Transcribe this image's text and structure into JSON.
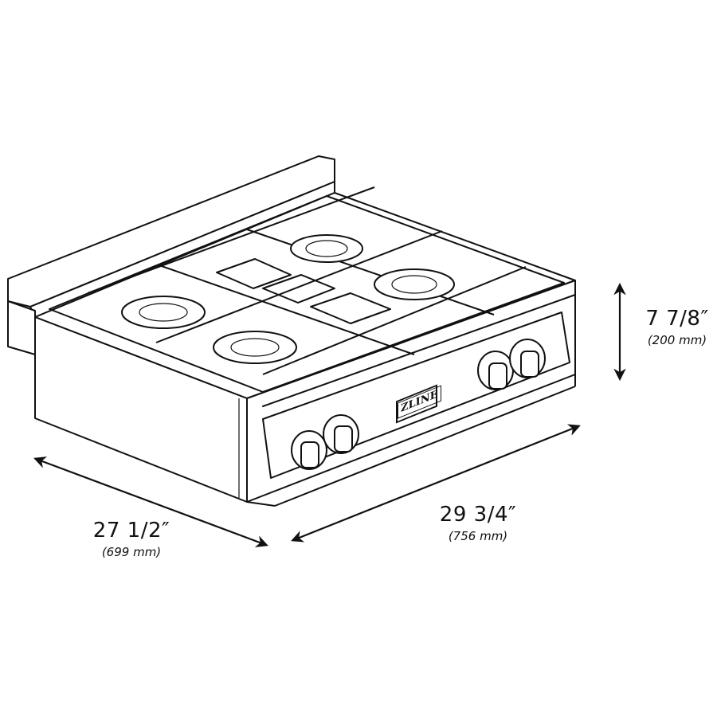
{
  "product": {
    "brand": "ZLINE",
    "type": "4-burner gas rangetop",
    "burners": 4,
    "knobs": 4
  },
  "dimensions": {
    "height": {
      "imperial": "7 7/8″",
      "metric": "(200 mm)"
    },
    "depth": {
      "imperial": "27 1/2″",
      "metric": "(699 mm)"
    },
    "width": {
      "imperial": "29 3/4″",
      "metric": "(756 mm)"
    }
  },
  "colors": {
    "line": "#111111",
    "background": "#ffffff"
  }
}
